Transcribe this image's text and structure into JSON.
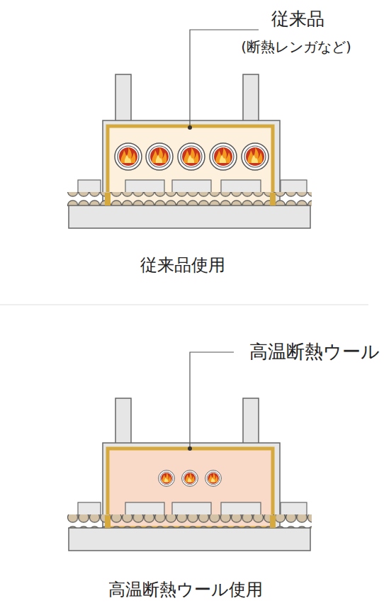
{
  "diagram": {
    "labels": [
      "従来品",
      "(断熱レンガなど)",
      "従来品使用",
      "高温断熱ウール",
      "高温断熱ウール使用"
    ]
  }
}
